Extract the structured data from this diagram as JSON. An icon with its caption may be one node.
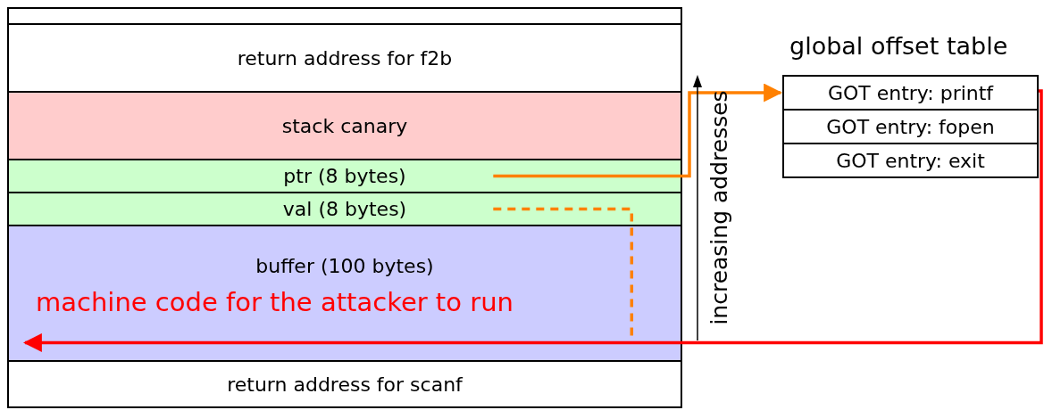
{
  "diagram": {
    "nodes": [
      {
        "text": [],
        "shape": "box"
      },
      {
        "text": [
          "return address for f2b"
        ]
      },
      {
        "text": [
          "stack canary"
        ]
      },
      {
        "text": [
          "ptr (8 bytes)"
        ]
      },
      {
        "text": [
          "val (8 bytes)"
        ]
      },
      {
        "text": [
          "buffer (100 bytes)"
        ]
      },
      {
        "text": [
          "return address for scanf"
        ]
      },
      {
        "text": [
          "global offset table"
        ]
      },
      {
        "text": [
          "GOT entry: printf"
        ],
        "in": 7
      },
      {
        "text": [
          "GOT entry: fopen"
        ],
        "in": 7
      },
      {
        "text": [
          "GOT entry: exit"
        ],
        "in": 7
      }
    ],
    "edges": [
      {
        "from": 3,
        "to": 8,
        "arrow": "to",
        "color": "#ff8000"
      },
      {
        "from": 4,
        "to": 5,
        "arrow": "none",
        "style": "dashed",
        "color": "#ff8000"
      },
      {
        "from": 8,
        "to": 5,
        "arrow": "to",
        "color": "#ff0000",
        "label": "machine code for the attacker to run"
      }
    ],
    "labels": [
      "increasing addresses"
    ]
  }
}
